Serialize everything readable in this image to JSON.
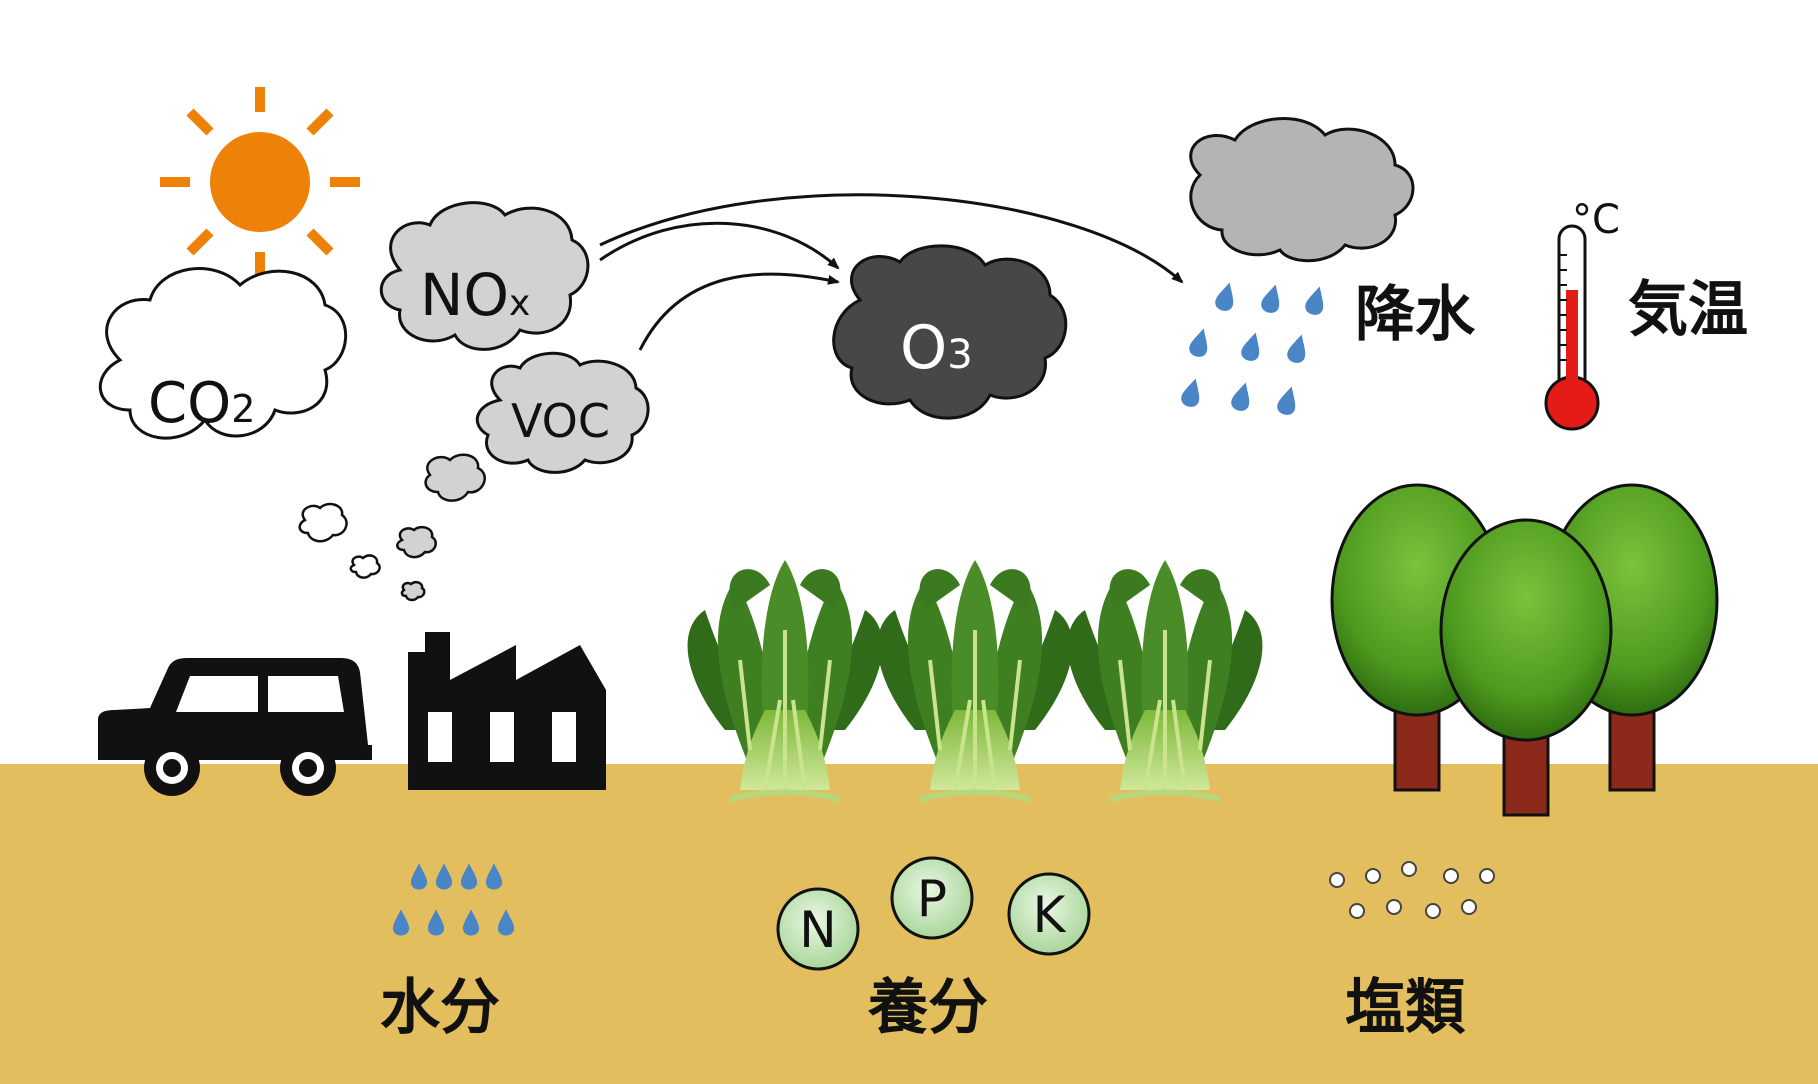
{
  "colors": {
    "soil": "#E3BE5E",
    "sun": "#EE8209",
    "gas_cloud": "#D2D2D2",
    "ozone_cloud": "#474747",
    "rain_cloud": "#B4B4B4",
    "raindrop": "#4A86C6",
    "thermo_red": "#E41B17",
    "nutrient": "#CDEBC3",
    "tree_top": "#4E9A1F",
    "tree_trunk": "#8B2A1A",
    "leaf": "#3E7F22",
    "stem": "#A9D36B"
  },
  "gases": {
    "co2": {
      "main": "CO",
      "sub": "2"
    },
    "nox": {
      "main": "NO",
      "sub": "x"
    },
    "voc": {
      "label": "VOC"
    },
    "o3": {
      "main": "O",
      "sub": "3"
    }
  },
  "weather": {
    "precip_label": "降水",
    "temp_label": "気温",
    "celsius": "°C"
  },
  "soil": {
    "water_label": "水分",
    "nutrients_label": "養分",
    "salts_label": "塩類",
    "nutrient_letters": [
      "N",
      "P",
      "K"
    ]
  },
  "icons": [
    "sun-icon",
    "car-icon",
    "factory-icon",
    "vegetable-icon",
    "tree-icon",
    "rain-cloud-icon",
    "thermometer-icon",
    "water-drops-icon",
    "salt-particles-icon"
  ]
}
